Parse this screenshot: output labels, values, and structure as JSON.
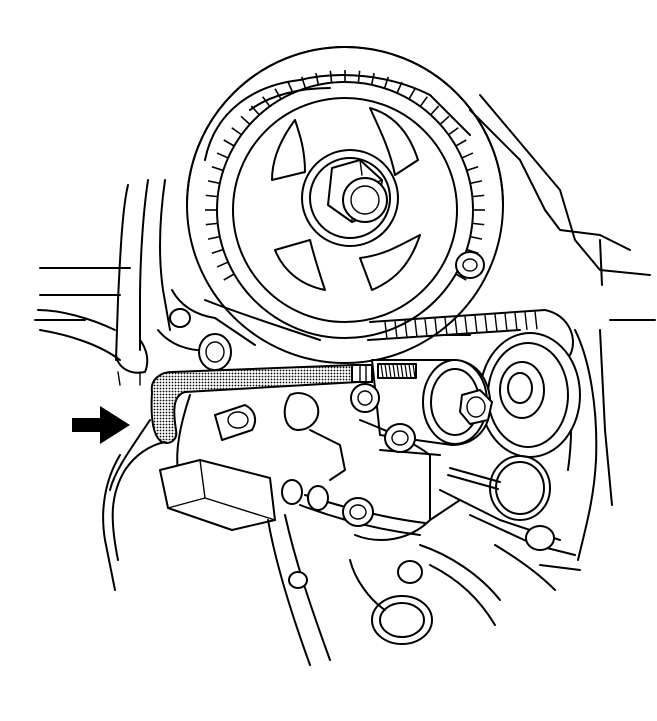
{
  "figure": {
    "colors": {
      "ink": "#000000",
      "paper": "#ffffff",
      "tool_shade": "#b8b8b8"
    },
    "parts": [
      "camshaft-timing-pulley",
      "pulley-bolt",
      "timing-belt",
      "idler-pulley",
      "timing-belt-tensioner",
      "hex-wrench",
      "retaining-pin",
      "engine-block"
    ],
    "indicator": "arrow-pointing-right"
  }
}
